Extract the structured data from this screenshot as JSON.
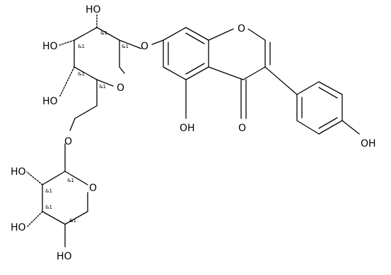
{
  "atoms": {
    "ho_top": "HO",
    "ho_left": "HO",
    "ho_mid": "HO",
    "o_glyco": "O",
    "o_pyranose": "O",
    "o_chromone": "O",
    "o_ketone": "O",
    "oh_5": "OH",
    "oh_phenol": "OH",
    "o_link": "O",
    "ho_xyl_1": "HO",
    "ho_xyl_2": "HO",
    "ho_xyl_3": "HO",
    "o_xylose": "O"
  },
  "stereo_labels": {
    "s1": "&1",
    "s2": "&1",
    "s3": "&1",
    "s4": "&1",
    "s5": "&1",
    "s6": "&1",
    "s7": "&1",
    "s8": "&1",
    "s9": "&1"
  },
  "colors": {
    "line": "#000000",
    "background": "#ffffff"
  }
}
